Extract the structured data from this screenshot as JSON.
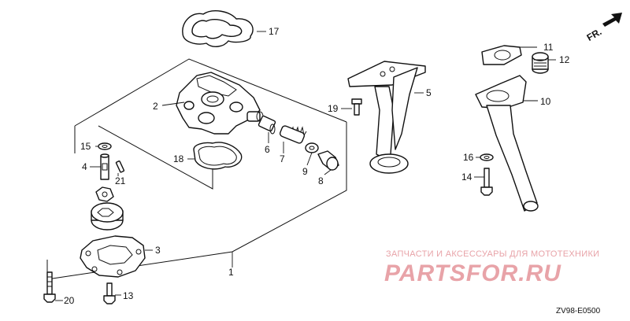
{
  "diagram": {
    "code": "ZV98-E0500",
    "direction_arrow_label": "FR.",
    "callouts": {
      "c1": "1",
      "c2": "2",
      "c3": "3",
      "c4": "4",
      "c5": "5",
      "c6": "6",
      "c7": "7",
      "c8": "8",
      "c9": "9",
      "c10": "10",
      "c11": "11",
      "c12": "12",
      "c13": "13",
      "c14": "14",
      "c15": "15",
      "c16": "16",
      "c17": "17",
      "c18": "18",
      "c19": "19",
      "c20": "20",
      "c21": "21"
    }
  },
  "watermark": {
    "tagline": "ЗАПЧАСТИ И АКСЕССУАРЫ ДЛЯ МОТОТЕХНИКИ",
    "brand": "PARTSFOR.RU"
  },
  "colors": {
    "line": "#111111",
    "watermark": "#e8a3a8",
    "background": "#ffffff"
  }
}
